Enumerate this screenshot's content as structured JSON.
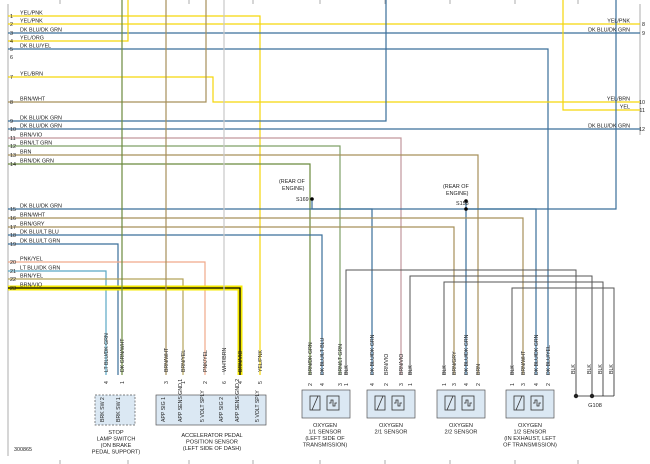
{
  "left_wires": [
    {
      "n": "1",
      "label": "YEL/PNK"
    },
    {
      "n": "2",
      "label": "YEL/PNK"
    },
    {
      "n": "3",
      "label": "DK BLU/DK GRN"
    },
    {
      "n": "4",
      "label": "YEL/ORG"
    },
    {
      "n": "5",
      "label": "DK BLU/YEL"
    },
    {
      "n": "6",
      "label": ""
    },
    {
      "n": "7",
      "label": "YEL/BRN"
    },
    {
      "n": "8",
      "label": "BRN/WHT"
    },
    {
      "n": "9",
      "label": "DK BLU/DK GRN"
    },
    {
      "n": "10",
      "label": "DK BLU/DK GRN"
    },
    {
      "n": "11",
      "label": "BRN/VIO"
    },
    {
      "n": "12",
      "label": "BRN/LT GRN"
    },
    {
      "n": "13",
      "label": "BRN"
    },
    {
      "n": "14",
      "label": "BRN/DK GRN"
    },
    {
      "n": "15",
      "label": "DK BLU/DK GRN"
    },
    {
      "n": "16",
      "label": "BRN/WHT"
    },
    {
      "n": "17",
      "label": "BRN/GRY"
    },
    {
      "n": "18",
      "label": "DK BLU/LT BLU"
    },
    {
      "n": "19",
      "label": "DK BLU/LT GRN"
    },
    {
      "n": "20",
      "label": "PNK/YEL"
    },
    {
      "n": "21",
      "label": "LT BLU/DK GRN"
    },
    {
      "n": "22",
      "label": "BRN/YEL"
    },
    {
      "n": "23",
      "label": "BRN/VIO"
    }
  ],
  "right_wires": [
    {
      "n": "8",
      "label": "YEL/PNK"
    },
    {
      "n": "9",
      "label": "DK BLU/DK GRN"
    },
    {
      "n": "10",
      "label": "YEL/BRN"
    },
    {
      "n": "11",
      "label": "YEL"
    },
    {
      "n": "12",
      "label": "DK BLU/DK GRN"
    }
  ],
  "splices": {
    "s169": {
      "line1": "(REAR OF",
      "line2": "ENGINE)",
      "id": "S169"
    },
    "s158": {
      "line1": "(REAR OF",
      "line2": "ENGINE)",
      "id": "S158"
    }
  },
  "stop_lamp": {
    "pins": [
      {
        "n": "4",
        "wire": "LT BLU/DK GRN",
        "label": "BRK SW 2"
      },
      {
        "n": "1",
        "wire": "DK GRN/WHT",
        "label": "BRK SW 1"
      }
    ],
    "lines": [
      "STOP",
      "LAMP SWITCH",
      "(ON BRAKE",
      "PEDAL SUPPORT)"
    ]
  },
  "app_sensor": {
    "pins": [
      {
        "n": "3",
        "wire": "BRN/WHT",
        "label": "APP SIG 1"
      },
      {
        "n": "1",
        "wire": "BRN/YEL",
        "label": "APP SENS GND 1"
      },
      {
        "n": "2",
        "wire": "PNK/YEL",
        "label": "5 VOLT SPLY"
      },
      {
        "n": "6",
        "wire": "WHT/BRN",
        "label": "APP SIG 2"
      },
      {
        "n": "4",
        "wire": "BRN/VIO",
        "label": "APP SENS GND 2"
      },
      {
        "n": "5",
        "wire": "YEL/PNK",
        "label": "5 VOLT SPLY"
      }
    ],
    "lines": [
      "ACCELERATOR PEDAL",
      "POSITION SENSOR",
      "(LEFT SIDE OF DASH)"
    ]
  },
  "o2_sensors": [
    {
      "pins": [
        {
          "n": "2",
          "wire": "BRN/DK GRN"
        },
        {
          "n": "4",
          "wire": "DK BLU/LT BLU"
        },
        {
          "n": "3",
          "wire": "BRN/LT GRN"
        },
        {
          "n": "1",
          "wire": "BLK"
        }
      ],
      "lines": [
        "OXYGEN",
        "1/1 SENSOR",
        "(LEFT SIDE OF",
        "TRANSMISSION)"
      ]
    },
    {
      "pins": [
        {
          "n": "4",
          "wire": "DK BLU/DK GRN"
        },
        {
          "n": "2",
          "wire": "BRN/VIO"
        },
        {
          "n": "3",
          "wire": "BRN/VIO"
        },
        {
          "n": "1",
          "wire": "BLK"
        }
      ],
      "lines": [
        "OXYGEN",
        "2/1 SENSOR"
      ]
    },
    {
      "pins": [
        {
          "n": "1",
          "wire": "BLK"
        },
        {
          "n": "3",
          "wire": "BRN/GRY"
        },
        {
          "n": "4",
          "wire": "DK BLU/DK GRN"
        },
        {
          "n": "2",
          "wire": "BRN"
        }
      ],
      "lines": [
        "OXYGEN",
        "2/2 SENSOR"
      ]
    },
    {
      "pins": [
        {
          "n": "1",
          "wire": "BLK"
        },
        {
          "n": "3",
          "wire": "BRN/WHT"
        },
        {
          "n": "4",
          "wire": "DK BLU/DK GRN"
        },
        {
          "n": "2",
          "wire": "DK BLU/YEL"
        }
      ],
      "lines": [
        "OXYGEN",
        "1/2 SENSOR",
        "(IN EXHAUST, LEFT",
        "OF TRANSMISSION)"
      ]
    }
  ],
  "ground": {
    "wires": [
      "BLK",
      "BLK",
      "BLK",
      "BLK"
    ],
    "id": "G108"
  },
  "figure_id": "300865"
}
